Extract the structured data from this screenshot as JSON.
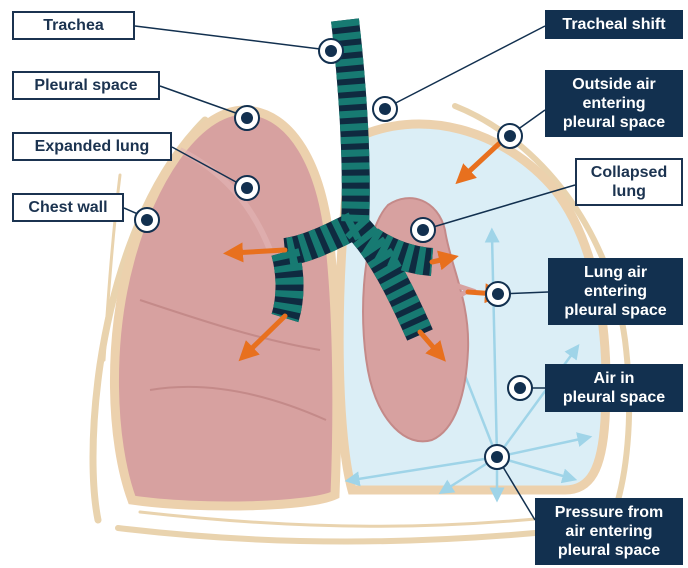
{
  "labels": {
    "trachea": "Trachea",
    "pleural_space": "Pleural space",
    "expanded_lung": "Expanded lung",
    "chest_wall": "Chest wall",
    "tracheal_shift": "Tracheal shift",
    "outside_air": "Outside air\nentering\npleural space",
    "collapsed_lung": "Collapsed\nlung",
    "lung_air": "Lung air\nentering\npleural space",
    "air_in_pleural": "Air in\npleural space",
    "pressure": "Pressure from\nair entering\npleural space"
  },
  "colors": {
    "label_dark": "#12304f",
    "lung": "#d7a1a0",
    "lung_border": "#ecd1ad",
    "pleural_air": "#dbeef6",
    "trachea": "#177a72",
    "trachea_band": "#0f2a40",
    "arrow": "#e8701e"
  }
}
